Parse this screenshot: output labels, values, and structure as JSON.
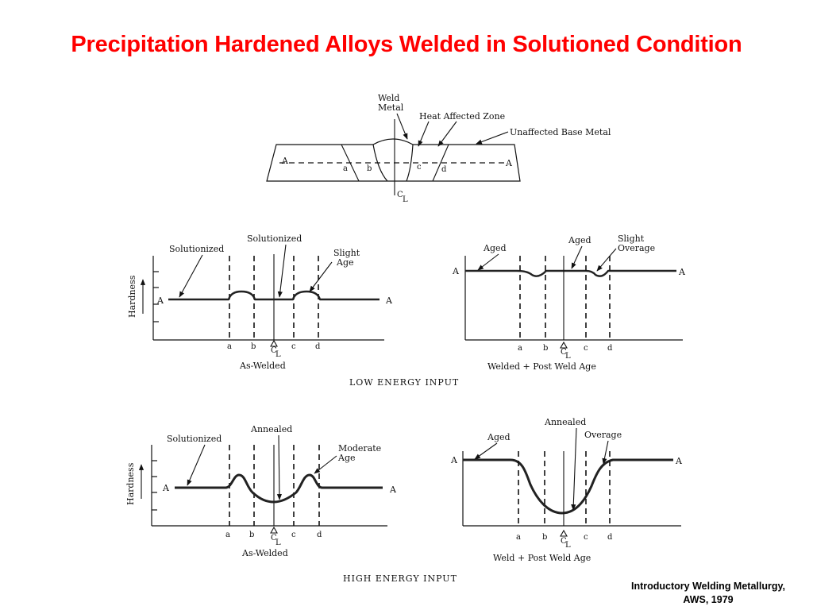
{
  "title": "Precipitation Hardened Alloys Welded in Solutioned Condition",
  "citation": {
    "line1": "Introductory Welding Metallurgy,",
    "line2": "AWS, 1979"
  },
  "weld_section": {
    "weld_metal_line1": "Weld",
    "weld_metal_line2": "Metal",
    "haz": "Heat Affected Zone",
    "base_metal": "Unaffected Base Metal",
    "a": "A",
    "za": "a",
    "zb": "b",
    "zc": "c",
    "zd": "d",
    "cl_c": "C",
    "cl_l": "L"
  },
  "common": {
    "hardness": "Hardness",
    "A": "A",
    "x_a": "a",
    "x_b": "b",
    "x_c": "c",
    "x_d": "d",
    "cl_c": "C",
    "cl_l": "L"
  },
  "low": {
    "left": {
      "solutionized1": "Solutionized",
      "solutionized2": "Solutionized",
      "slight_age_1": "Slight",
      "slight_age_2": "Age",
      "caption": "As-Welded"
    },
    "right": {
      "aged1": "Aged",
      "aged2": "Aged",
      "slight_overage_1": "Slight",
      "slight_overage_2": "Overage",
      "caption": "Welded + Post Weld Age"
    },
    "section_label": "LOW ENERGY INPUT"
  },
  "high": {
    "left": {
      "solutionized": "Solutionized",
      "annealed": "Annealed",
      "moderate_age_1": "Moderate",
      "moderate_age_2": "Age",
      "caption": "As-Welded"
    },
    "right": {
      "aged": "Aged",
      "annealed": "Annealed",
      "overage": "Overage",
      "caption": "Weld + Post Weld Age"
    },
    "section_label": "HIGH ENERGY INPUT"
  }
}
